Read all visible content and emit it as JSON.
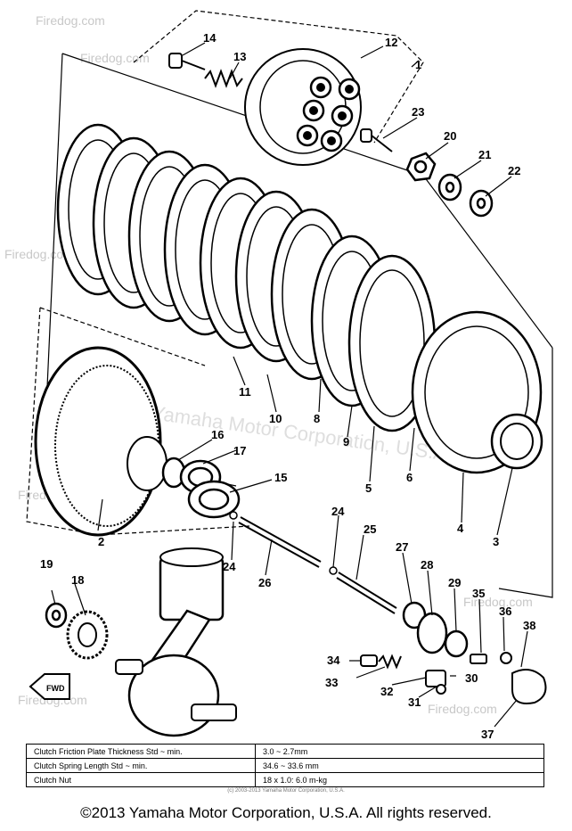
{
  "watermarks": [
    "Firedog.com",
    "Yamaha Motor Corporation, U.S.A."
  ],
  "callouts": [
    "1",
    "2",
    "3",
    "4",
    "5",
    "6",
    "8",
    "9",
    "10",
    "11",
    "12",
    "13",
    "14",
    "15",
    "16",
    "17",
    "18",
    "19",
    "20",
    "21",
    "22",
    "23",
    "24",
    "24",
    "25",
    "26",
    "27",
    "28",
    "29",
    "30",
    "31",
    "32",
    "33",
    "34",
    "35",
    "36",
    "37",
    "38"
  ],
  "fwd_label": "FWD",
  "spec_table": {
    "rows": [
      {
        "label": "Clutch Friction Plate Thickness Std ~ min.",
        "value": "3.0 ~ 2.7mm"
      },
      {
        "label": "Clutch Spring Length Std ~ min.",
        "value": "34.6 ~ 33.6 mm"
      },
      {
        "label": "Clutch Nut",
        "value": "18 x 1.0: 6.0 m-kg"
      }
    ]
  },
  "fine_print": "(c) 2003-2013 Yamaha Motor Corporation, U.S.A.",
  "copyright": "©2013 Yamaha Motor Corporation, U.S.A. All rights reserved."
}
